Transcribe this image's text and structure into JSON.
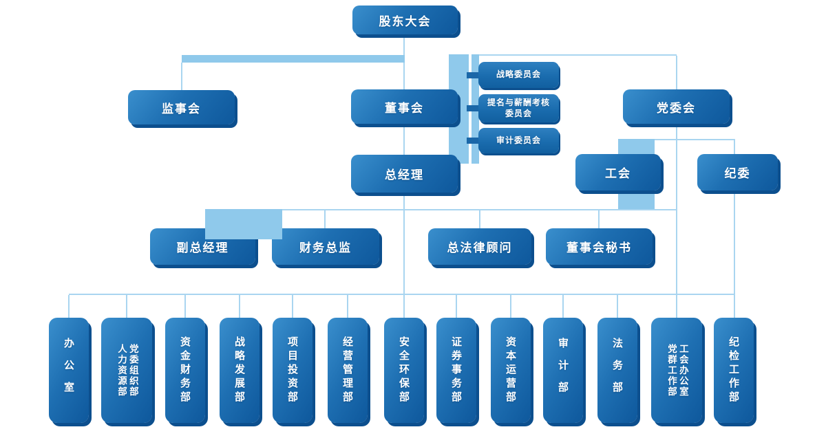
{
  "diagram_type": "org-chart",
  "nodes": {
    "shareholders": "股东大会",
    "supervisory_board": "监事会",
    "board_of_directors": "董事会",
    "party_committee": "党委会",
    "committee_strategy": "战略委员会",
    "committee_nomination": "提名与薪酬考核\n委员会",
    "committee_audit": "审计委员会",
    "general_manager": "总经理",
    "labor_union": "工会",
    "discipline_commission": "纪委",
    "deputy_general_manager": "副总经理",
    "finance_director": "财务总监",
    "general_counsel": "总法律顾问",
    "board_secretary": "董事会秘书",
    "departments": [
      "办公室",
      "党委组织部\n人力资源部",
      "资金财务部",
      "战略发展部",
      "项目投资部",
      "经营管理部",
      "安全环保部",
      "证券事务部",
      "资本运营部",
      "审计部",
      "法务部",
      "工会办公室\n党群工作部",
      "纪检工作部"
    ]
  },
  "colors": {
    "node_light": "#3a8fcd",
    "node_mid": "#1e6fb2",
    "node_dark": "#0e589c",
    "node_shadow": "#0c4f8e",
    "line": "#a9d5f0",
    "band": "#8fc9eb",
    "nub": "#1a67a8"
  }
}
